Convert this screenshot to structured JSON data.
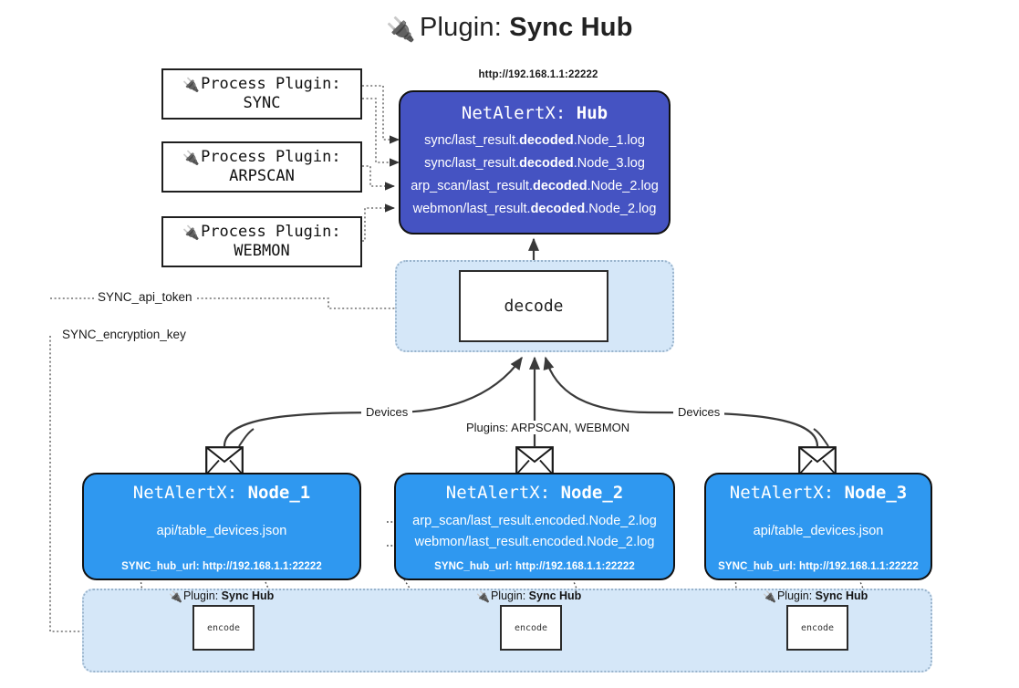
{
  "title": {
    "icon": "plug-icon",
    "prefix": "Plugin:",
    "name": "Sync Hub"
  },
  "process_plugins": [
    {
      "icon": "plug-icon",
      "line1": "Process Plugin:",
      "line2": "SYNC"
    },
    {
      "icon": "plug-icon",
      "line1": "Process Plugin:",
      "line2": "ARPSCAN"
    },
    {
      "icon": "plug-icon",
      "line1": "Process Plugin:",
      "line2": "WEBMON"
    }
  ],
  "hub": {
    "url": "http://192.168.1.1:22222",
    "title_prefix": "NetAlertX:",
    "title_name": "Hub",
    "color": "#4553c2",
    "log_lines": [
      {
        "pre": "sync/last_result.",
        "mid": "decoded",
        "post": ".Node_1.log"
      },
      {
        "pre": "sync/last_result.",
        "mid": "decoded",
        "post": ".Node_3.log"
      },
      {
        "pre": "arp_scan/last_result.",
        "mid": "decoded",
        "post": ".Node_2.log"
      },
      {
        "pre": "webmon/last_result.",
        "mid": "decoded",
        "post": ".Node_2.log"
      }
    ]
  },
  "decode": {
    "label": "decode",
    "container_color": "#d5e7f8"
  },
  "tokens": {
    "api_token": "SYNC_api_token",
    "encryption_key": "SYNC_encryption_key"
  },
  "wire_labels": {
    "devices_left": "Devices",
    "devices_right": "Devices",
    "plugins_center": "Plugins: ARPSCAN, WEBMON"
  },
  "nodes": [
    {
      "title_prefix": "NetAlertX:",
      "title_name": "Node_1",
      "color": "#2f98f0",
      "icon": "envelope-icon",
      "files": [
        "api/table_devices.json"
      ],
      "url_key": "SYNC_hub_url:",
      "url_value": "http://192.168.1.1:22222"
    },
    {
      "title_prefix": "NetAlertX:",
      "title_name": "Node_2",
      "color": "#2f98f0",
      "icon": "envelope-icon",
      "files": [
        "arp_scan/last_result.encoded.Node_2.log",
        "webmon/last_result.encoded.Node_2.log"
      ],
      "url_key": "SYNC_hub_url:",
      "url_value": "http://192.168.1.1:22222"
    },
    {
      "title_prefix": "NetAlertX:",
      "title_name": "Node_3",
      "color": "#2f98f0",
      "icon": "envelope-icon",
      "files": [
        "api/table_devices.json"
      ],
      "url_key": "SYNC_hub_url:",
      "url_value": "http://192.168.1.1:22222"
    }
  ],
  "encode_band": {
    "container_color": "#d5e7f8",
    "entries": [
      {
        "icon": "plug-icon",
        "label_prefix": "Plugin:",
        "label_name": "Sync Hub",
        "box_label": "encode"
      },
      {
        "icon": "plug-icon",
        "label_prefix": "Plugin:",
        "label_name": "Sync Hub",
        "box_label": "encode"
      },
      {
        "icon": "plug-icon",
        "label_prefix": "Plugin:",
        "label_name": "Sync Hub",
        "box_label": "encode"
      }
    ]
  }
}
